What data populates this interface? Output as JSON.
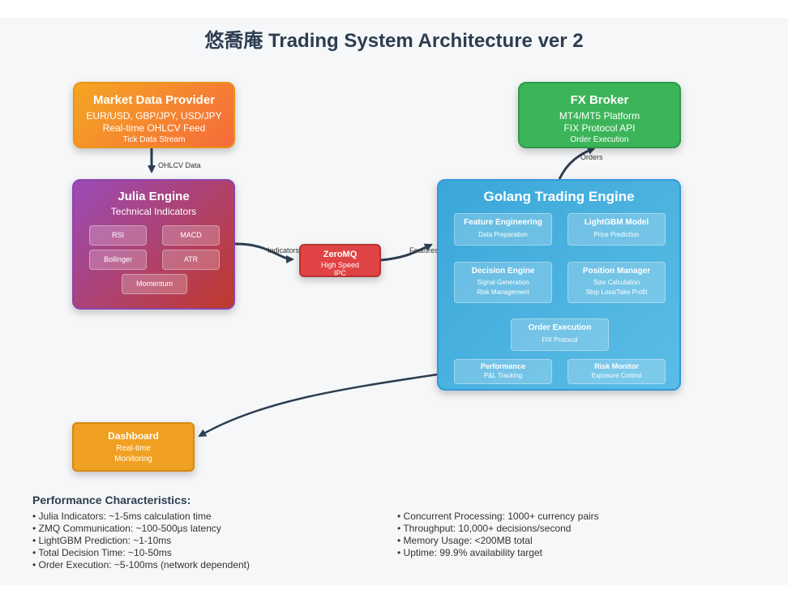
{
  "title": "悠喬庵 Trading System Architecture ver 2",
  "market": {
    "title": "Market Data Provider",
    "line1": "EUR/USD, GBP/JPY, USD/JPY",
    "line2": "Real-time OHLCV Feed",
    "line3": "Tick Data Stream"
  },
  "julia": {
    "title": "Julia Engine",
    "subtitle": "Technical Indicators",
    "indicators": [
      "RSI",
      "MACD",
      "Bollinger",
      "ATR",
      "Momentum"
    ]
  },
  "broker": {
    "title": "FX Broker",
    "line1": "MT4/MT5 Platform",
    "line2": "FIX Protocol API",
    "line3": "Order Execution"
  },
  "golang": {
    "title": "Golang Trading Engine",
    "modules": [
      {
        "name": "Feature Engineering",
        "desc": [
          "Data Preparation"
        ]
      },
      {
        "name": "LightGBM Model",
        "desc": [
          "Price Prediction"
        ]
      },
      {
        "name": "Decision Engine",
        "desc": [
          "Signal Generation",
          "Risk Management"
        ]
      },
      {
        "name": "Position Manager",
        "desc": [
          "Size Calculation",
          "Stop Loss/Take Profit"
        ]
      },
      {
        "name": "Order Execution",
        "desc": [
          "FIX Protocol"
        ]
      },
      {
        "name": "Performance",
        "desc": [
          "P&L Tracking"
        ]
      },
      {
        "name": "Risk Monitor",
        "desc": [
          "Exposure Control"
        ]
      }
    ]
  },
  "zmq": {
    "title": "ZeroMQ",
    "line1": "High Speed",
    "line2": "IPC"
  },
  "dashboard": {
    "title": "Dashboard",
    "line1": "Real-time",
    "line2": "Monitoring"
  },
  "edges": {
    "ohlcv": "OHLCV Data",
    "indicators": "Indicators",
    "features": "Features",
    "orders": "Orders"
  },
  "perf": {
    "heading": "Performance Characteristics:",
    "left": [
      "• Julia Indicators: ~1-5ms calculation time",
      "• ZMQ Communication: ~100-500μs latency",
      "• LightGBM Prediction: ~1-10ms",
      "• Total Decision Time: ~10-50ms",
      "• Order Execution: ~5-100ms (network dependent)"
    ],
    "right": [
      "• Concurrent Processing: 1000+ currency pairs",
      "• Throughput: 10,000+ decisions/second",
      "• Memory Usage: <200MB total",
      "• Uptime: 99.9% availability target"
    ]
  }
}
